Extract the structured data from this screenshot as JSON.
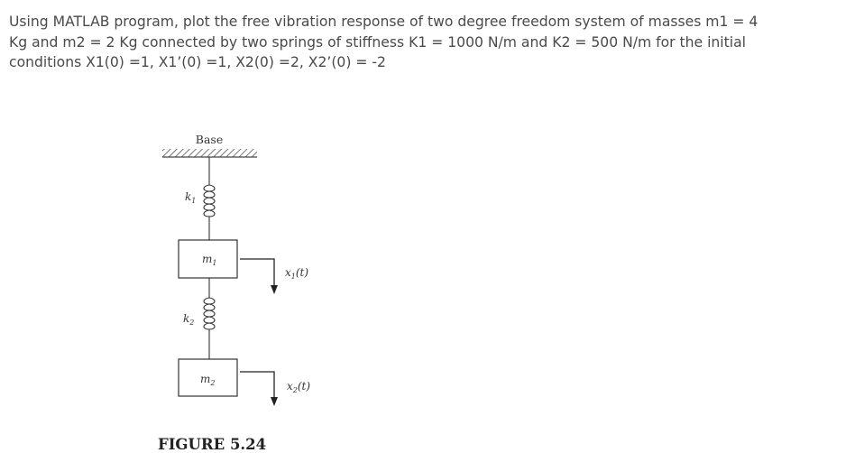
{
  "question": {
    "lines": [
      "Using MATLAB program, plot the free vibration response of two degree freedom system of masses m1 = 4",
      "Kg and m2 = 2 Kg connected by two springs of stiffness K1 = 1000 N/m and K2 = 500 N/m for the initial",
      "conditions X1(0) =1, X1’(0) =1, X2(0) =2, X2’(0) = -2"
    ]
  },
  "figure": {
    "base_label": "Base",
    "spring1_label": {
      "base": "k",
      "sub": "1"
    },
    "spring2_label": {
      "base": "k",
      "sub": "2"
    },
    "mass1_label": {
      "base": "m",
      "sub": "1"
    },
    "mass2_label": {
      "base": "m",
      "sub": "2"
    },
    "x1_label": {
      "base": "x",
      "sub": "1",
      "arg": "(t)"
    },
    "x2_label": {
      "base": "x",
      "sub": "2",
      "arg": "(t)"
    },
    "caption": "FIGURE 5.24"
  }
}
